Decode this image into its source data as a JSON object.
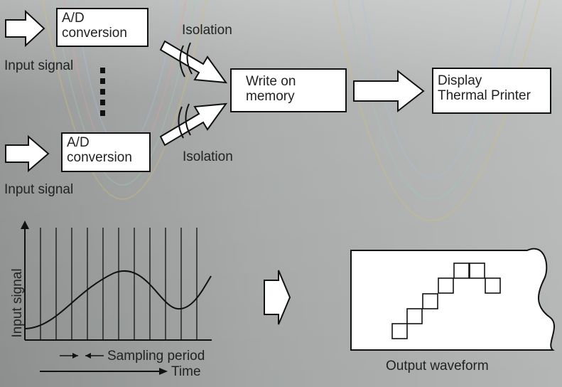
{
  "top_flow": {
    "ad_box_1": {
      "line1": "A/D",
      "line2": "conversion"
    },
    "ad_box_2": {
      "line1": "A/D",
      "line2": "conversion"
    },
    "input_label_1": "Input signal",
    "input_label_2": "Input signal",
    "isolation_label_1": "Isolation",
    "isolation_label_2": "Isolation",
    "memory_box": {
      "line1": "Write on",
      "line2": "memory"
    },
    "output_box": {
      "line1": "Display",
      "line2": "Thermal Printer"
    }
  },
  "sampling_diagram": {
    "y_axis_label": "Input signal",
    "period_label": "Sampling period",
    "time_label": "Time"
  },
  "output_section": {
    "caption": "Output waveform"
  },
  "colors": {
    "background": "#9a9d9c",
    "stroke": "#111111",
    "box_fill": "#ffffff"
  }
}
